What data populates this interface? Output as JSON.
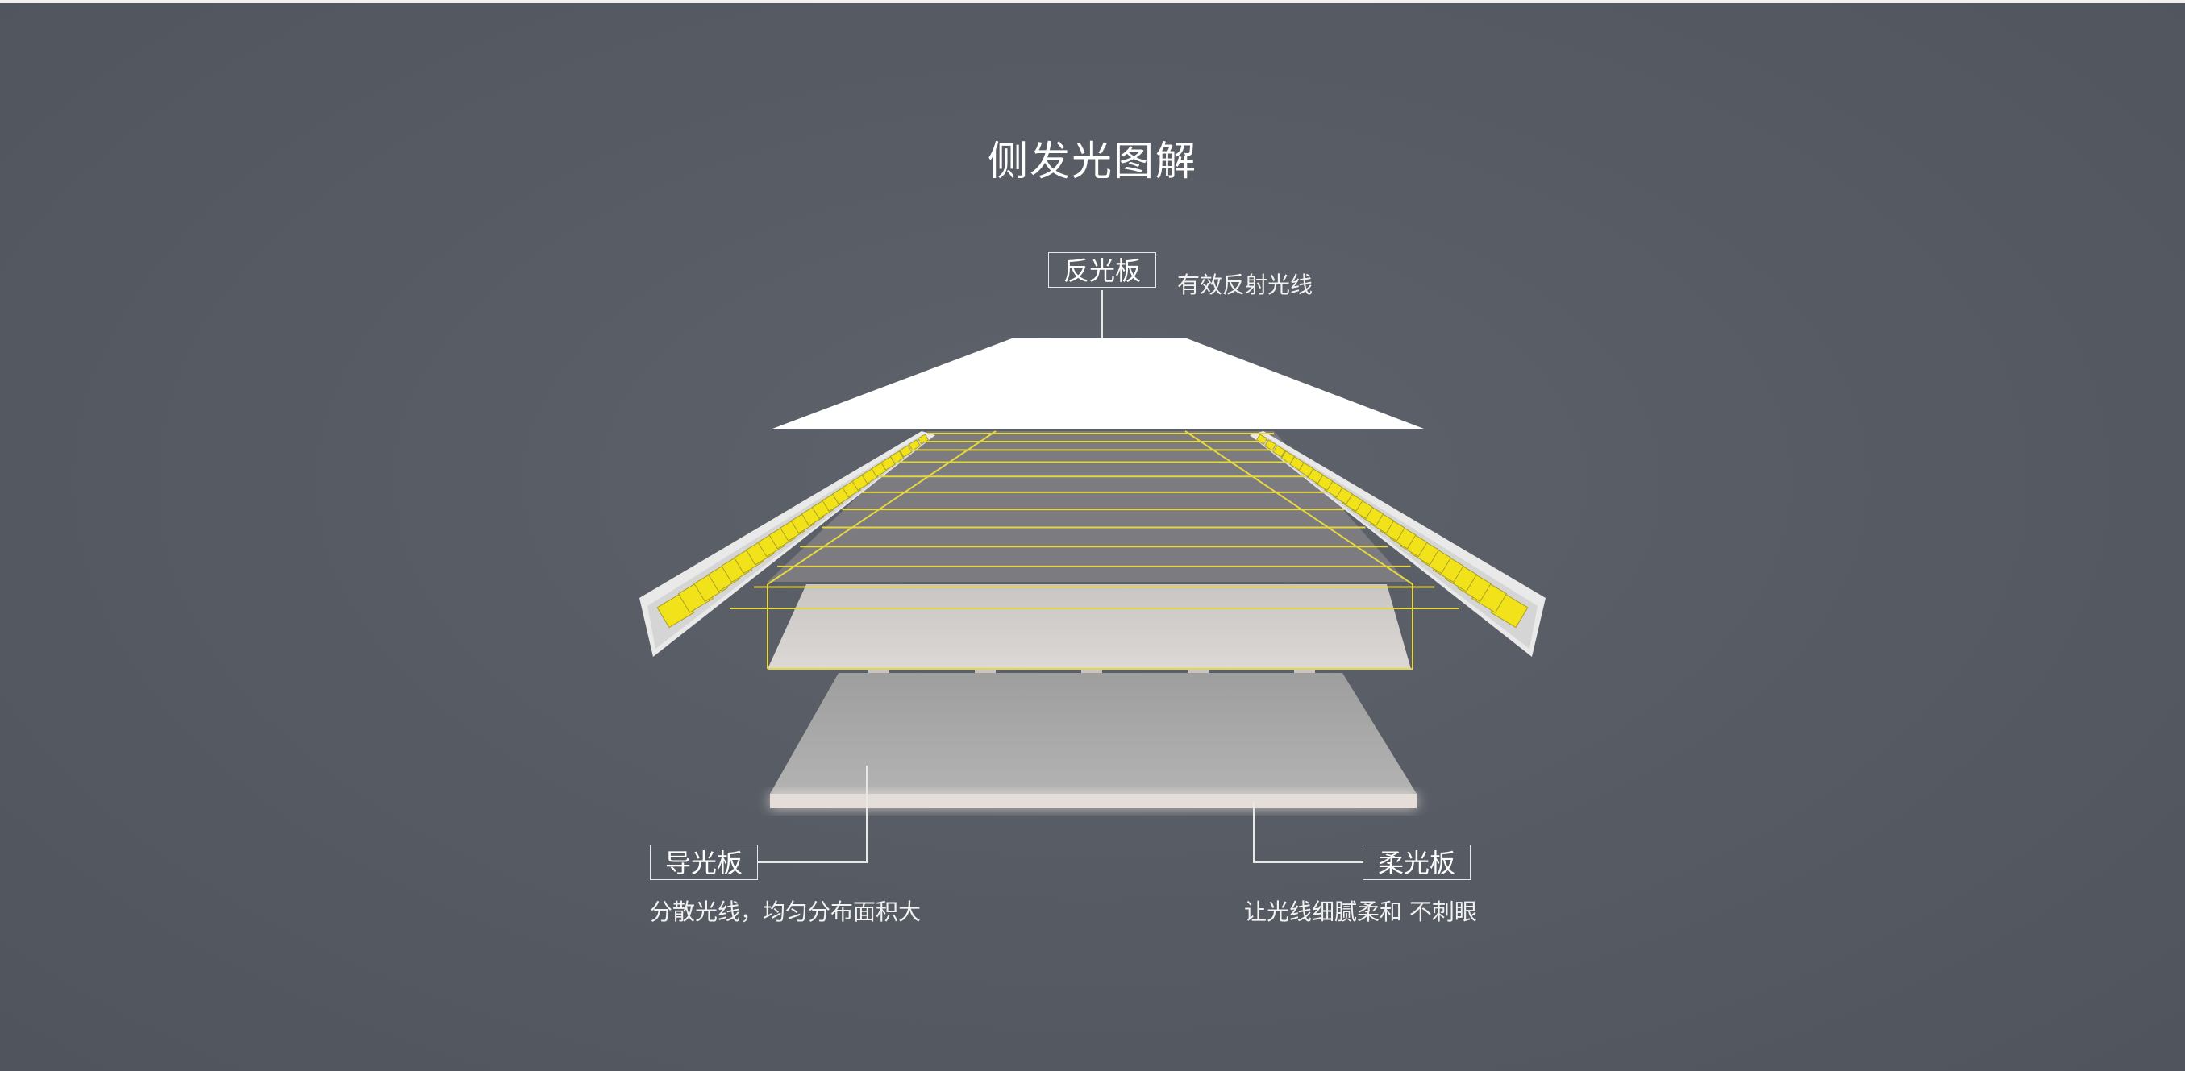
{
  "title": "侧发光图解",
  "reflector": {
    "label": "反光板",
    "description": "有效反射光线"
  },
  "light_guide": {
    "label": "导光板",
    "description": "分散光线，均匀分布面积大"
  },
  "diffuser": {
    "label": "柔光板",
    "description": "让光线细腻柔和 不刺眼"
  },
  "colors": {
    "background": "#565a62",
    "reflector_panel": "#ffffff",
    "led_chip": "#f2e21a",
    "guide_line": "#e6d640",
    "light_guide_plate": "#d3cfcc",
    "diffuser_plate": "#a9a9a9",
    "arrow": "#cbc3bf"
  },
  "led_count_per_strip": 24,
  "arrow_count": 5
}
